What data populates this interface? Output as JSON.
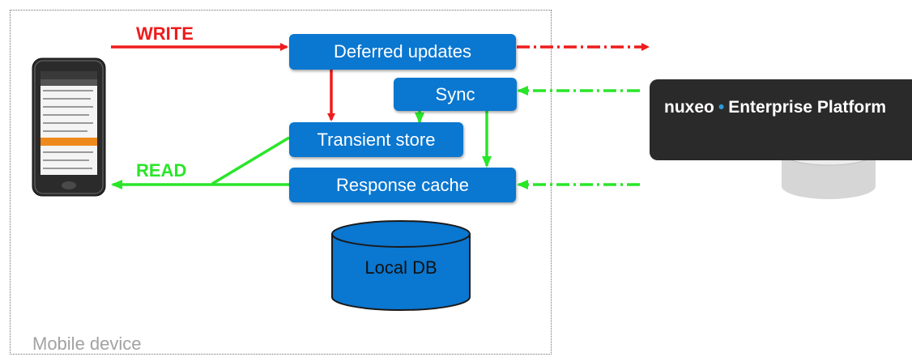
{
  "labels": {
    "write": "WRITE",
    "read": "READ"
  },
  "boxes": {
    "deferred": "Deferred updates",
    "sync": "Sync",
    "transient": "Transient store",
    "response": "Response cache"
  },
  "database": "Local DB",
  "device_caption": "Mobile device",
  "server": {
    "brand": "nuxeo",
    "separator": "•",
    "product": "Enterprise Platform"
  },
  "colors": {
    "write_arrow": "#ee1c1c",
    "read_arrow": "#29e629",
    "box_fill": "#0a77d0",
    "db_fill": "#0a77d0",
    "server_fill": "#2a2a2a",
    "nuxeo_dot": "#2a9ad8"
  },
  "icons": {
    "phone": "android-phone-icon",
    "server_db": "server-disk-icon"
  }
}
